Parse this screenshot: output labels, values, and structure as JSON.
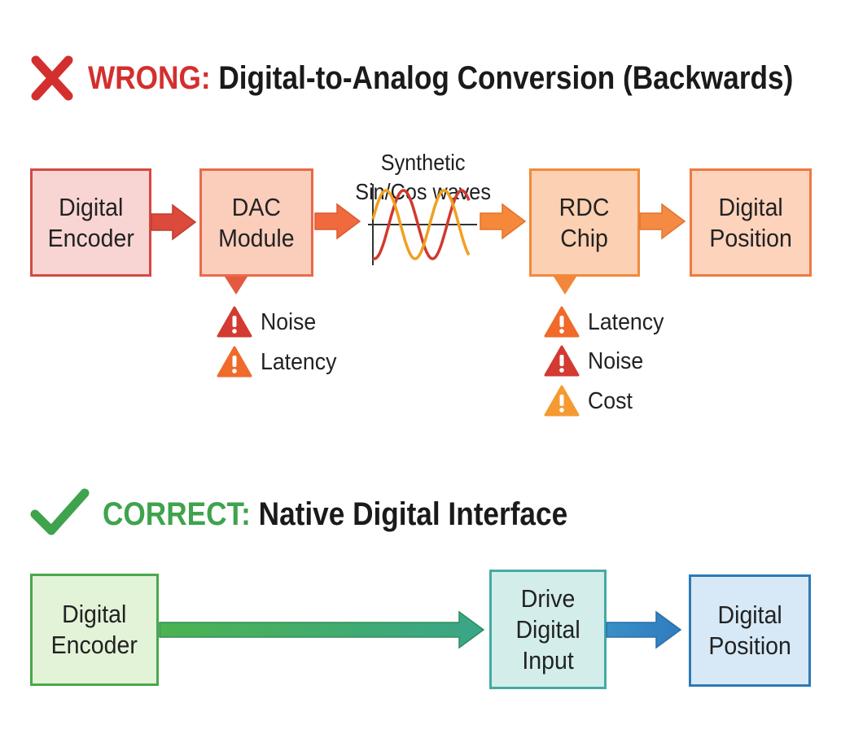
{
  "wrong": {
    "lead": "WRONG:",
    "rest": " Digital-to-Analog Conversion (Backwards)",
    "mark_icon": "x-mark-icon",
    "color": "#d32f2f"
  },
  "correct": {
    "lead": "CORRECT:",
    "rest": " Native Digital Interface",
    "mark_icon": "check-mark-icon",
    "color": "#3fa34d"
  },
  "wrong_flow": {
    "digital_encoder": "Digital\nEncoder",
    "dac_module": "DAC\nModule",
    "waves_label": "Synthetic\nSin/Cos waves",
    "rdc_chip": "RDC\nChip",
    "digital_position": "Digital\nPosition"
  },
  "dac_issues": [
    {
      "label": "Noise",
      "icon": "warning-icon",
      "color": "#d33a32"
    },
    {
      "label": "Latency",
      "icon": "warning-icon",
      "color": "#ef6a2b"
    }
  ],
  "rdc_issues": [
    {
      "label": "Latency",
      "icon": "warning-icon",
      "color": "#ef6a2b"
    },
    {
      "label": "Noise",
      "icon": "warning-icon",
      "color": "#d33a32"
    },
    {
      "label": "Cost",
      "icon": "warning-icon",
      "color": "#f59a30"
    }
  ],
  "correct_flow": {
    "digital_encoder": "Digital\nEncoder",
    "drive_digital_input": "Drive\nDigital\nInput",
    "digital_position": "Digital\nPosition"
  },
  "colors": {
    "wave_sin": "#d13a2f",
    "wave_cos": "#f0a020"
  }
}
